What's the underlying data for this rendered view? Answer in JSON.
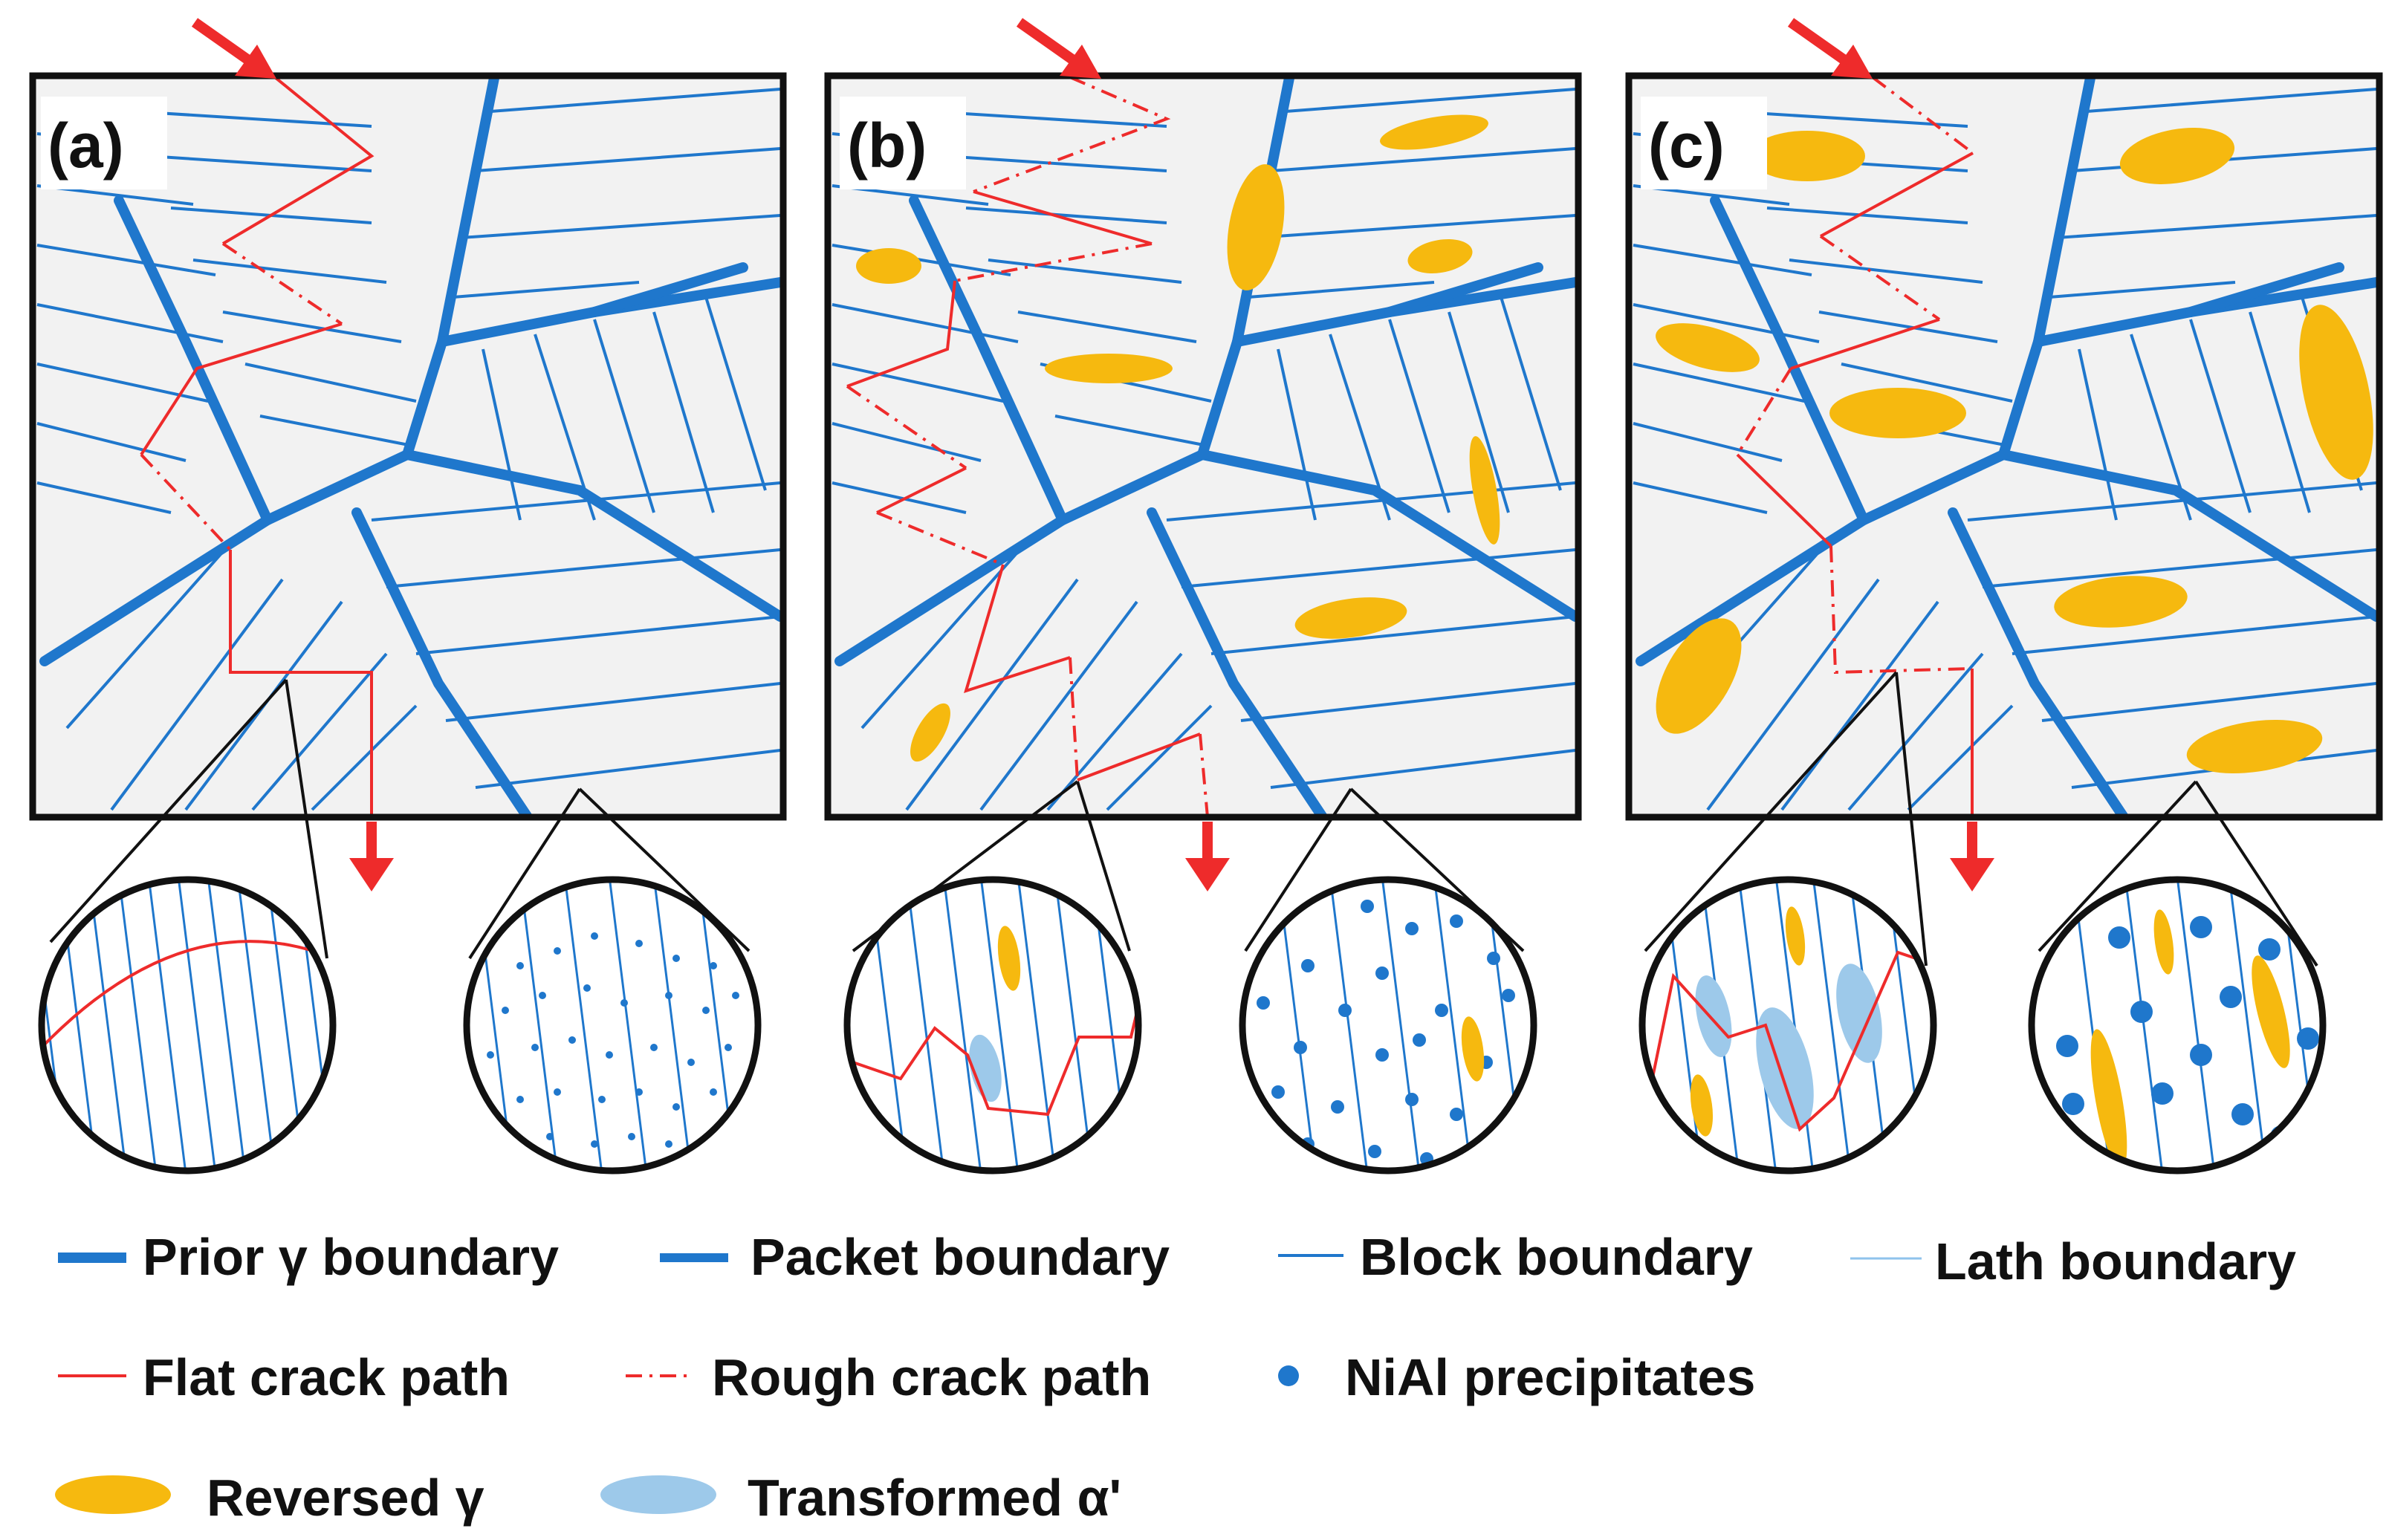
{
  "panels": [
    {
      "label": "(a)"
    },
    {
      "label": "(b)"
    },
    {
      "label": "(c)"
    }
  ],
  "legend": {
    "prior_gamma": "Prior γ boundary",
    "packet": "Packet boundary",
    "block": "Block boundary",
    "lath": "Lath boundary",
    "flat_crack": "Flat crack path",
    "rough_crack": "Rough crack path",
    "nial": "NiAl precipitates",
    "reversed": "Reversed γ",
    "transformed": "Transformed α'"
  },
  "colors": {
    "boundary": "#1f77cc",
    "lath": "#8fc3ec",
    "crack": "#ee2b2b",
    "reversed_gamma": "#f6b90f",
    "transformed_alpha": "#9dc9ea",
    "panel_bg": "#f2f2f2",
    "frame": "#111111"
  }
}
